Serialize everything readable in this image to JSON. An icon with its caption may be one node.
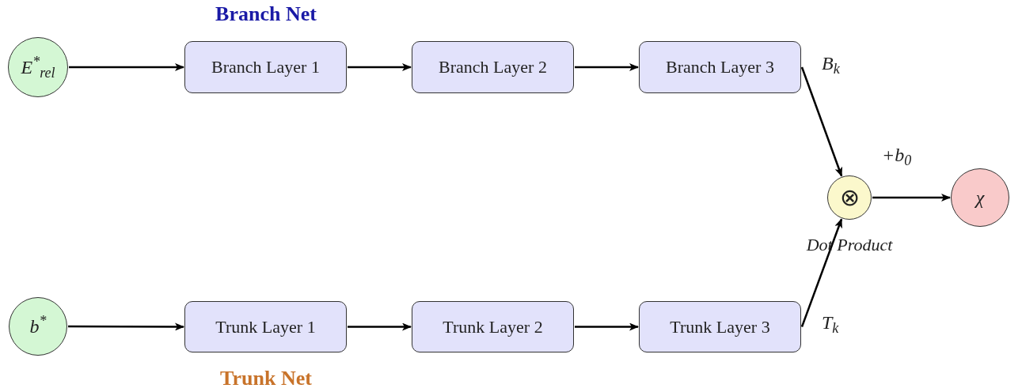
{
  "diagram": {
    "nodes": [
      {
        "text": [
          "E$^{*}$$_{rel}$"
        ]
      },
      {
        "text": [
          "Branch Layer 1"
        ]
      },
      {
        "text": [
          "Branch Layer 2"
        ]
      },
      {
        "text": [
          "Branch Layer 3"
        ]
      },
      {
        "text": [
          "b$^{*}$"
        ]
      },
      {
        "text": [
          "Trunk Layer 1"
        ]
      },
      {
        "text": [
          "Trunk Layer 2"
        ]
      },
      {
        "text": [
          "Trunk Layer 3"
        ]
      },
      {
        "text": [
          "⊗"
        ],
        "beside": [
          "Dot Product"
        ]
      },
      {
        "text": [
          "χ"
        ]
      }
    ],
    "edges": [
      {
        "from": 0,
        "to": 1,
        "arrow": "to"
      },
      {
        "from": 1,
        "to": 2,
        "arrow": "to"
      },
      {
        "from": 2,
        "to": 3,
        "arrow": "to"
      },
      {
        "from": 4,
        "to": 5,
        "arrow": "to"
      },
      {
        "from": 5,
        "to": 6,
        "arrow": "to"
      },
      {
        "from": 6,
        "to": 7,
        "arrow": "to"
      },
      {
        "from": 3,
        "to": 8,
        "arrow": "to",
        "label": "B$_{k}$"
      },
      {
        "from": 7,
        "to": 8,
        "arrow": "to",
        "label": "T$_{k}$"
      },
      {
        "from": 8,
        "to": 9,
        "arrow": "to",
        "label": "+b$_{0}$"
      }
    ],
    "labels": [
      "Branch Net",
      "Trunk Net"
    ]
  }
}
